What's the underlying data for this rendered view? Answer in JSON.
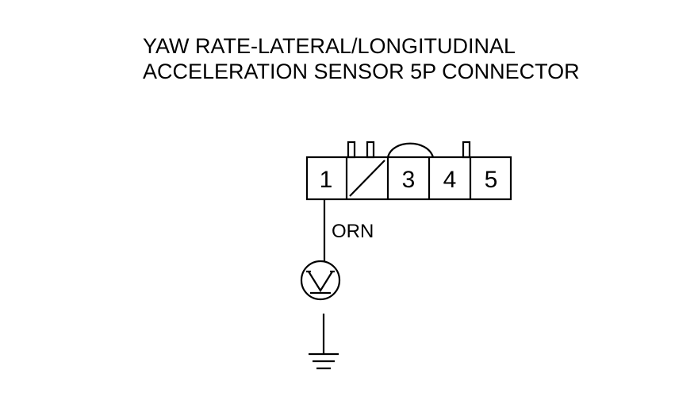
{
  "title": {
    "line1": "YAW RATE-LATERAL/LONGITUDINAL",
    "line2": "ACCELERATION SENSOR 5P CONNECTOR"
  },
  "connector": {
    "pins": [
      "1",
      "",
      "3",
      "4",
      "5"
    ],
    "unused_pin_index": 1
  },
  "wire": {
    "color_code": "ORN"
  },
  "meter": {
    "icon": "voltmeter-icon"
  },
  "ground": {
    "icon": "ground-icon"
  }
}
